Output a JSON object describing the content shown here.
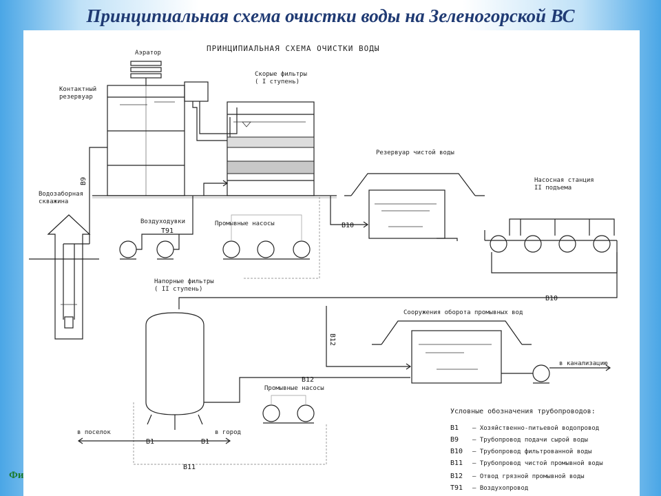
{
  "slide": {
    "title": "Принципиальная схема очистки воды на Зеленогорской ВС",
    "footer_label": "Фи"
  },
  "diagram": {
    "heading": "ПРИНЦИПИАЛЬНАЯ СХЕМА ОЧИСТКИ ВОДЫ",
    "labels": {
      "aerator": "Аэратор",
      "contact_reservoir_1": "Контактный",
      "contact_reservoir_2": "резервуар",
      "fast_filters_1": "Скорые фильтры",
      "fast_filters_2": "( I ступень)",
      "clean_water_reservoir": "Резервуар чистой воды",
      "pump_station_1": "Насосная станция",
      "pump_station_2": "II подъема",
      "intake_well_1": "Водозаборная",
      "intake_well_2": "скважина",
      "blowers": "Воздуходувки",
      "wash_pumps_top": "Промывные насосы",
      "pressure_filters_1": "Напорные фильтры",
      "pressure_filters_2": "( II ступень)",
      "wash_water_recycling": "Сооружения оборота промывных вод",
      "wash_pumps_bottom": "Промывные насосы",
      "to_sewer": "в канализацию",
      "to_settlement": "в поселок",
      "to_city": "в город"
    },
    "pipe_codes": {
      "b9": "B9",
      "t91": "T91",
      "b10_a": "B10",
      "b10_b": "B10",
      "b12_v": "B12",
      "b12_h": "B12",
      "b1_left": "B1",
      "b1_right": "B1",
      "b11": "B11"
    },
    "legend": {
      "title": "Условные обозначения трубопроводов:",
      "items": [
        {
          "code": "B1",
          "text": "– Хозяйственно-питьевой водопровод"
        },
        {
          "code": "B9",
          "text": "– Трубопровод подачи сырой воды"
        },
        {
          "code": "B10",
          "text": "– Трубопровод фильтрованной воды"
        },
        {
          "code": "B11",
          "text": "– Трубопровод чистой промывной воды"
        },
        {
          "code": "B12",
          "text": "– Отвод грязной промывной воды"
        },
        {
          "code": "T91",
          "text": "– Воздухопровод"
        }
      ]
    }
  }
}
